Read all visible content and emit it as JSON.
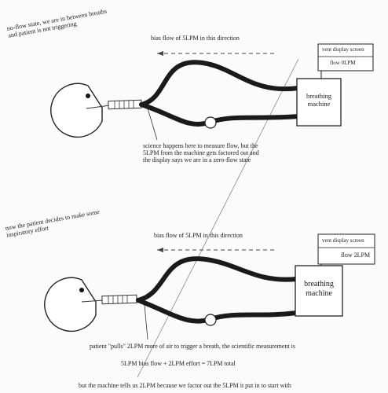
{
  "top": {
    "note_line1": "no-flow state, we are in between breaths",
    "note_line2": "and patient is not triggering",
    "bias_flow": "bias flow of 5LPM in this direction",
    "machine_label_line1": "breathing",
    "machine_label_line2": "machine",
    "vent_display_label": "vent display screen",
    "flow_value": "flow 0LPM",
    "science_line1": "science happens here to measure flow, but the",
    "science_line2": "5LPM from the machine gets factored out and",
    "science_line3": "the display says we are in a zero-flow state"
  },
  "bottom": {
    "note_line1": "now the patient decides to make some",
    "note_line2": "inspiratory effort",
    "bias_flow": "bias flow of 5LPM in this direction",
    "machine_label_line1": "breathing",
    "machine_label_line2": "machine",
    "vent_display_label": "vent display screen",
    "flow_value": "flow 2LPM",
    "pulls_text": "patient \"pulls\" 2LPM more of air to trigger a breath, the scientific measurement is",
    "equation": "5LPM bias flow + 2LPM effort = 7LPM total",
    "conclusion": "but the machine tells us 2LPM because we factor out the 5LPM it put in to start with"
  }
}
